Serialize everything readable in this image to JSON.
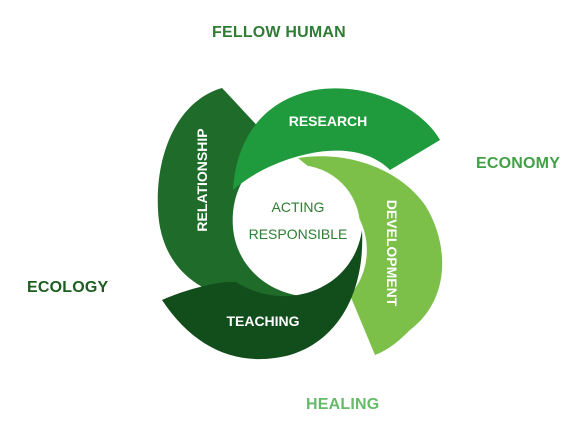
{
  "outer_labels": {
    "top": "FELLOW HUMAN",
    "right": "ECONOMY",
    "left": "ECOLOGY",
    "bottom": "HEALING"
  },
  "segments": {
    "research": {
      "label": "RESEARCH",
      "color": "#1f9a3c"
    },
    "relationship": {
      "label": "RELATIONSHIP",
      "color": "#1e6b2a"
    },
    "development": {
      "label": "DEVELOPMENT",
      "color": "#7cc04a"
    },
    "teaching": {
      "label": "TEACHING",
      "color": "#124d1c"
    }
  },
  "center": {
    "line1": "ACTING",
    "line2": "RESPONSIBLE"
  }
}
